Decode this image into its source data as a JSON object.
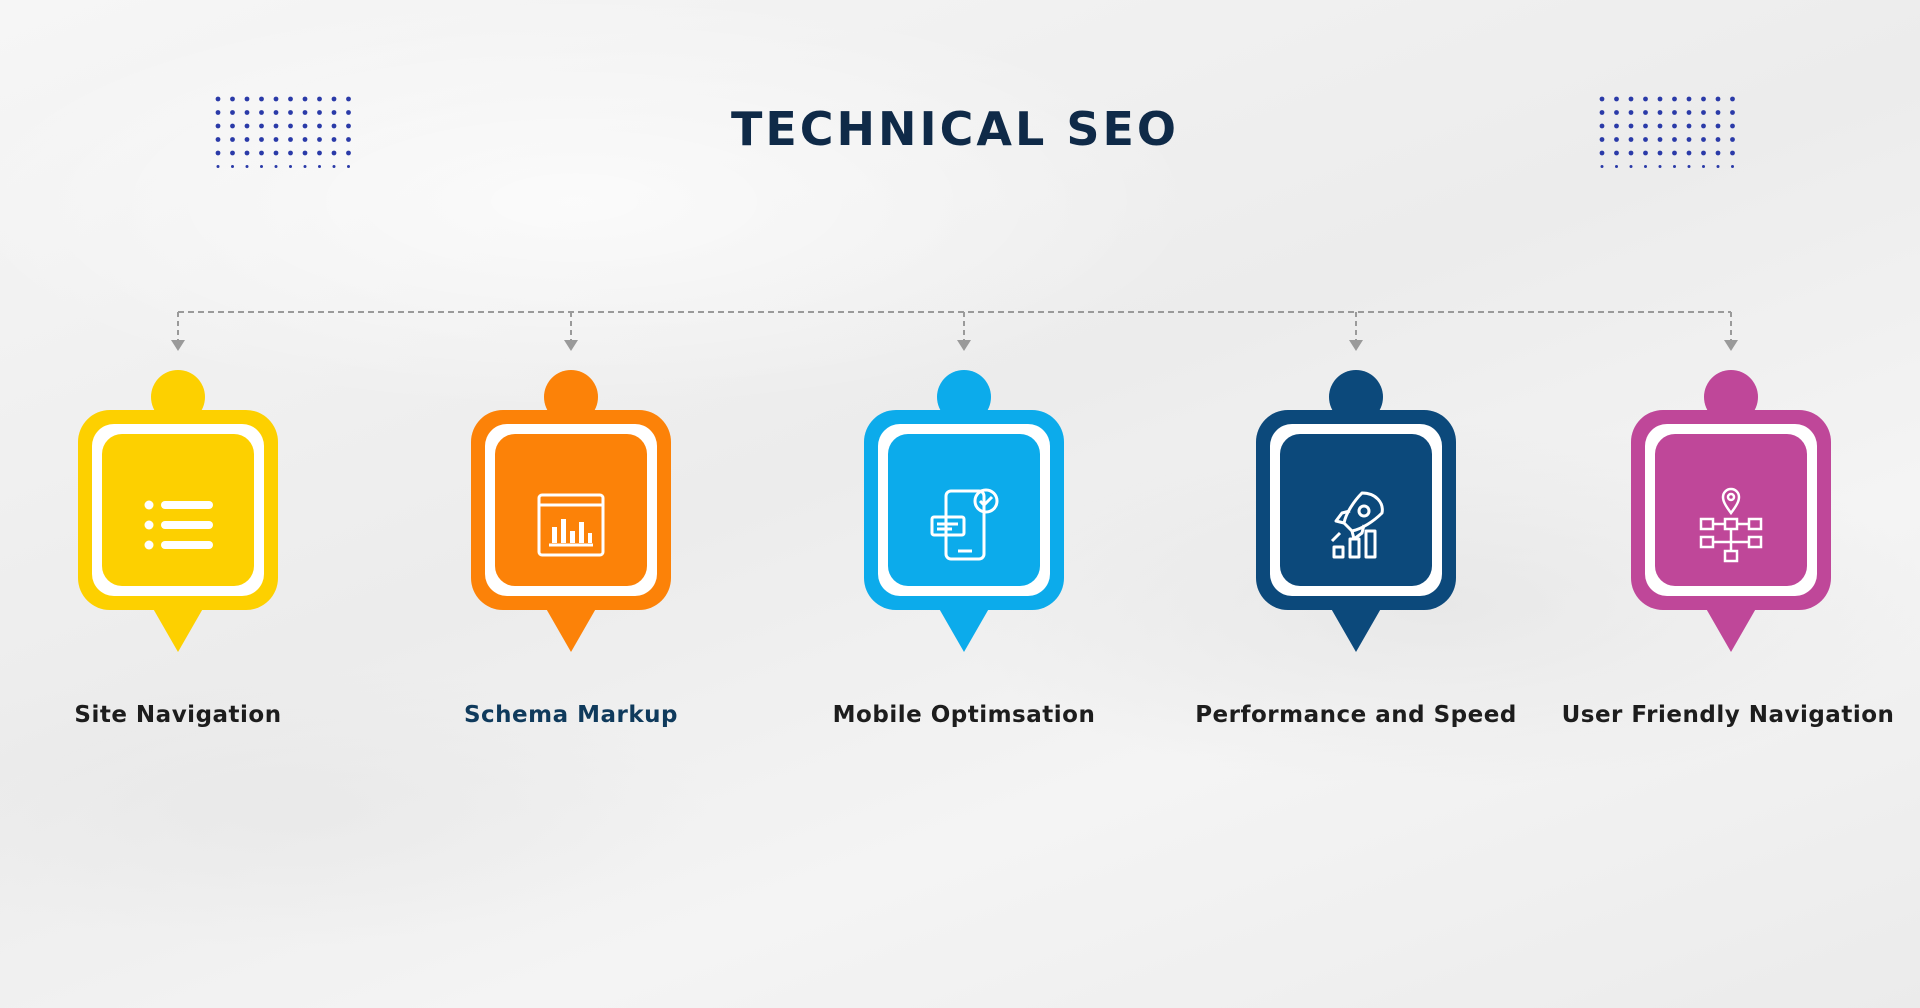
{
  "title": "TECHNICAL SEO",
  "items": [
    {
      "label": "Site Navigation",
      "color": "#fdd000",
      "label_color": "#1d1d1d",
      "icon": "list-icon"
    },
    {
      "label": "Schema Markup",
      "color": "#fc8208",
      "label_color": "#0f3a5c",
      "icon": "bar-chart-window-icon"
    },
    {
      "label": "Mobile Optimsation",
      "color": "#0cabeb",
      "label_color": "#1d1d1d",
      "icon": "mobile-check-icon"
    },
    {
      "label": "Performance and Speed",
      "color": "#0c497b",
      "label_color": "#1d1d1d",
      "icon": "rocket-growth-icon"
    },
    {
      "label": "User Friendly Navigation",
      "color": "#bf4799",
      "label_color": "#1d1d1d",
      "icon": "sitemap-location-icon"
    }
  ],
  "colors": {
    "title": "#0f2a48",
    "dots": "#2a3aa8",
    "connector": "#9a9a9a"
  }
}
